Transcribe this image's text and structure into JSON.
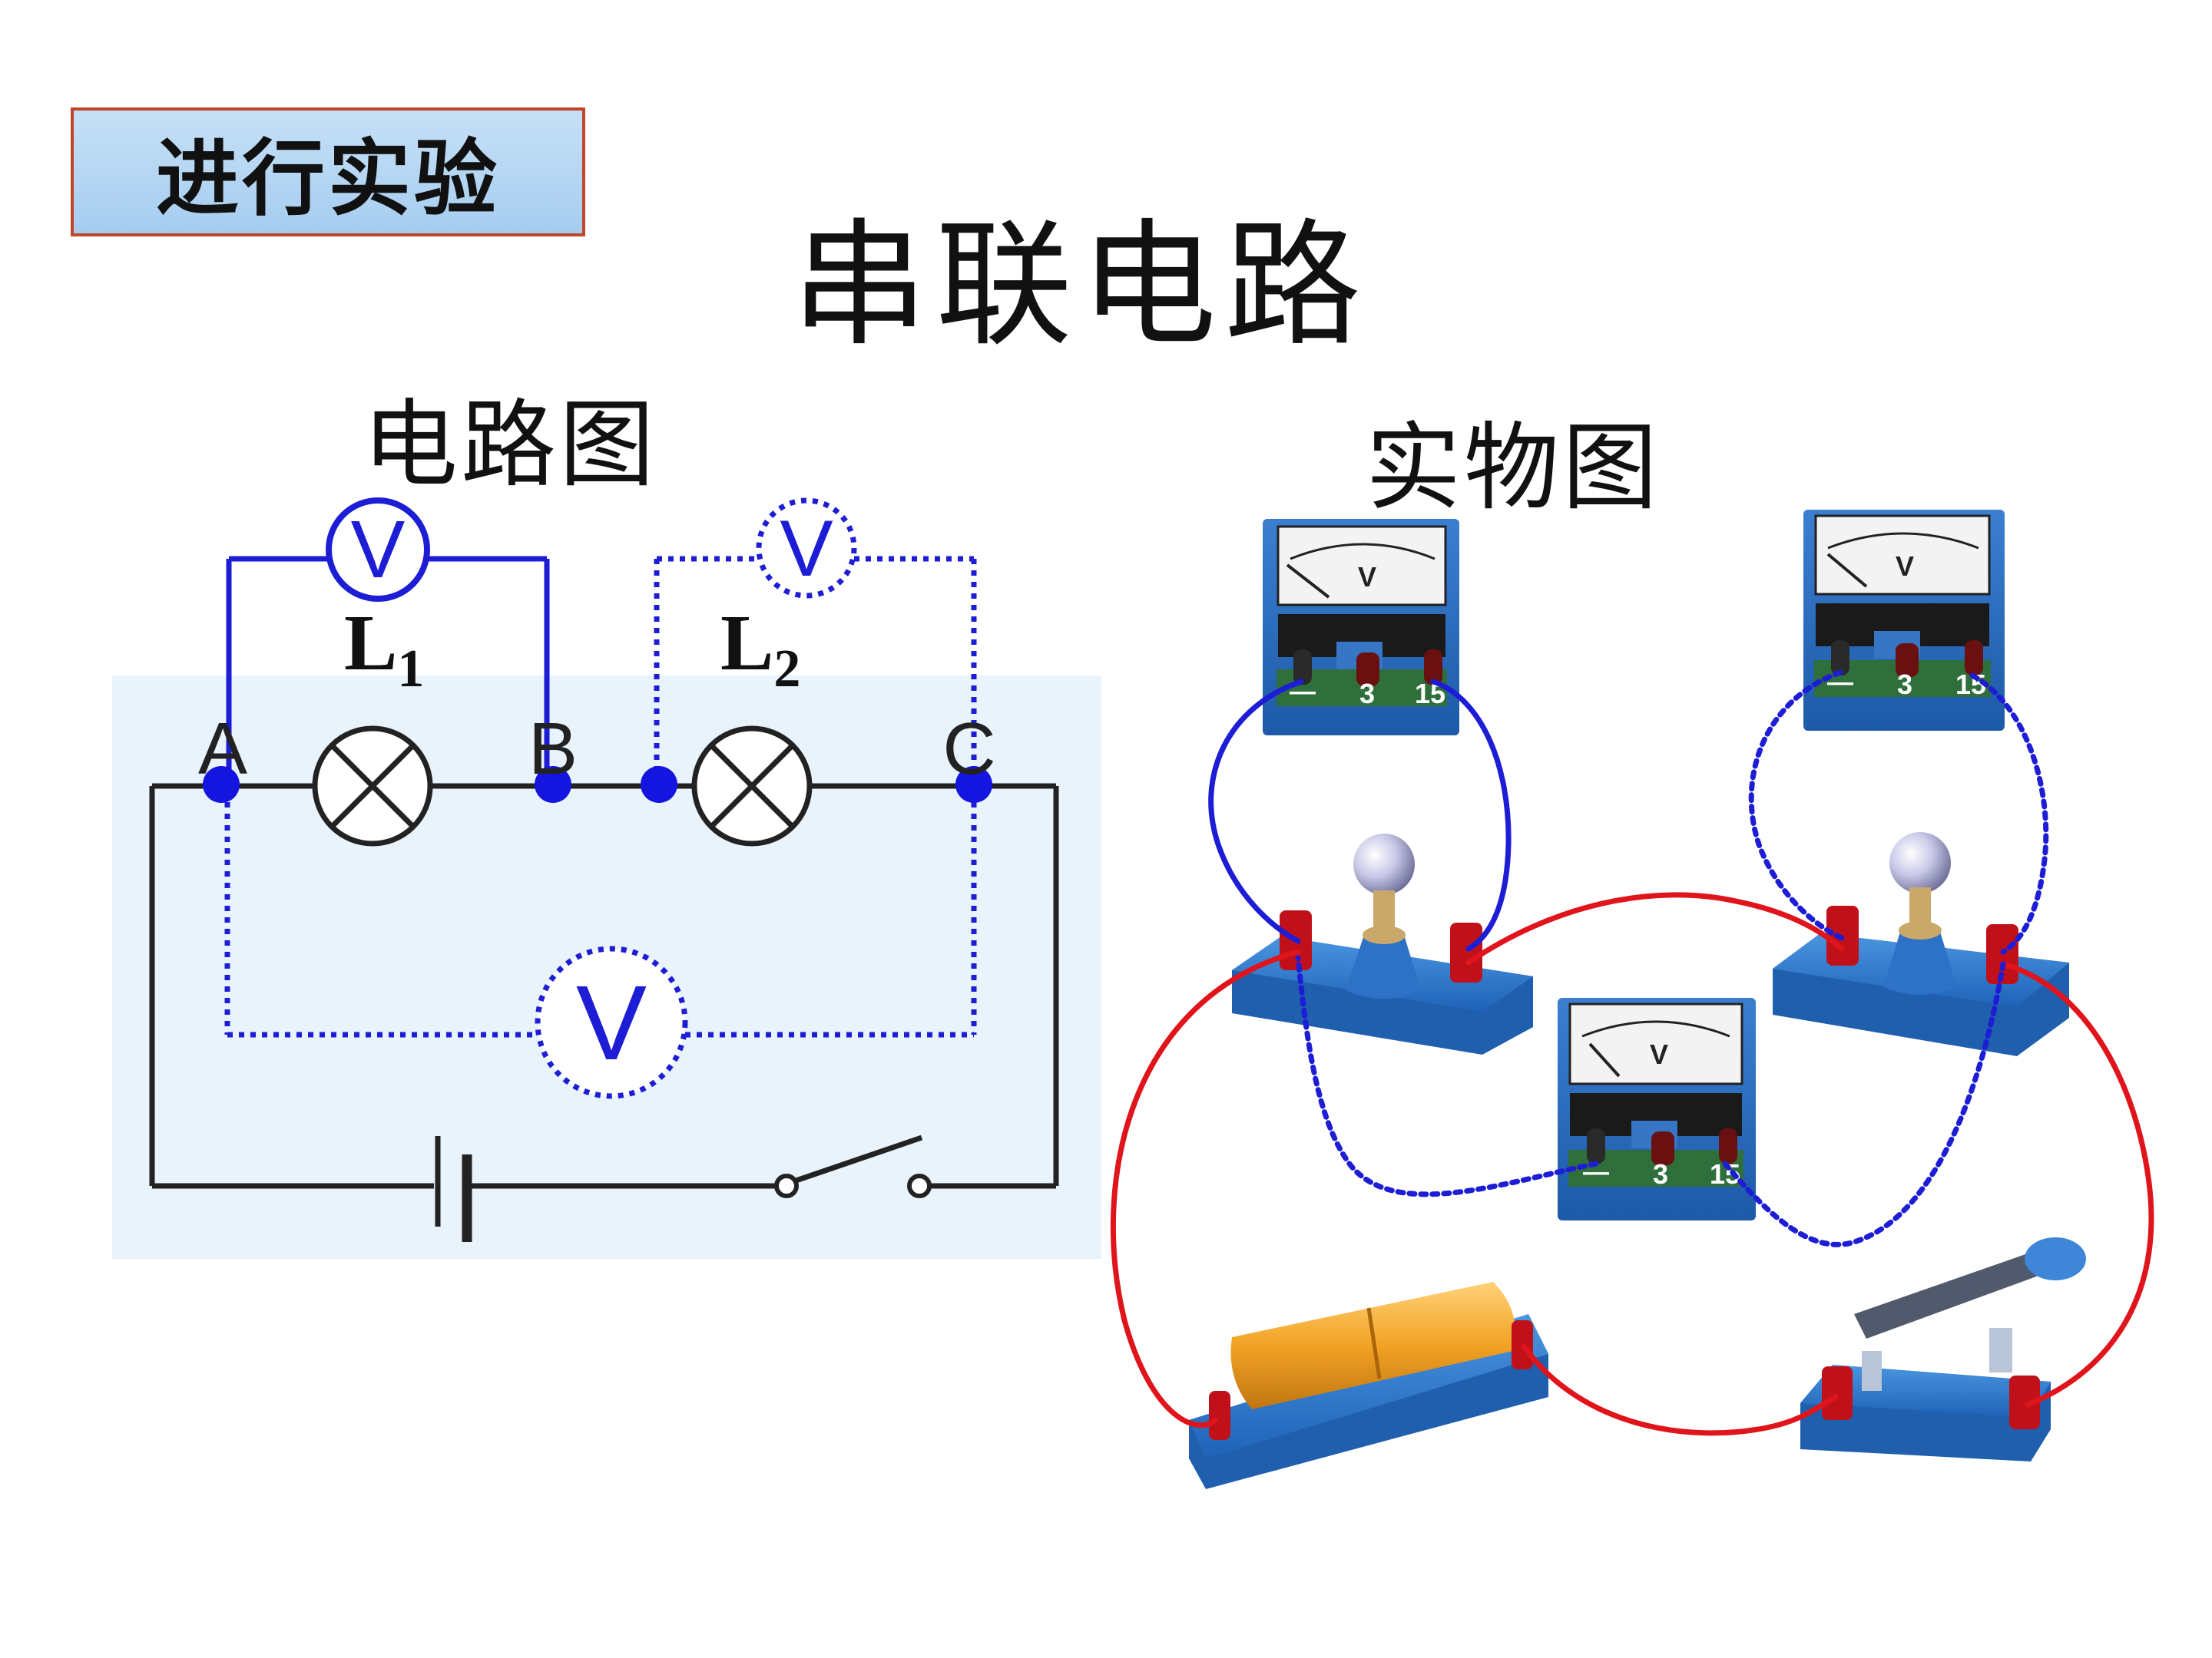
{
  "badge": {
    "label": "进行实验"
  },
  "title": "串联电路",
  "schematic": {
    "heading": "电路图",
    "lamp_1": {
      "letter": "L",
      "sub": "1"
    },
    "lamp_2": {
      "letter": "L",
      "sub": "2"
    },
    "nodes": [
      "A",
      "B",
      "C"
    ],
    "voltmeter_symbol": "V"
  },
  "physical": {
    "heading": "实物图",
    "meter_face": "V",
    "terminal_labels": [
      "—",
      "3",
      "15"
    ]
  },
  "colors": {
    "wire_solid_blue": "#1d1dd6",
    "wire_dotted_blue": "#1d1dd6",
    "wire_red": "#e0151b",
    "circuit_black": "#222222",
    "panel_bg": "#e8f3fb",
    "badge_border": "#c0462a"
  }
}
